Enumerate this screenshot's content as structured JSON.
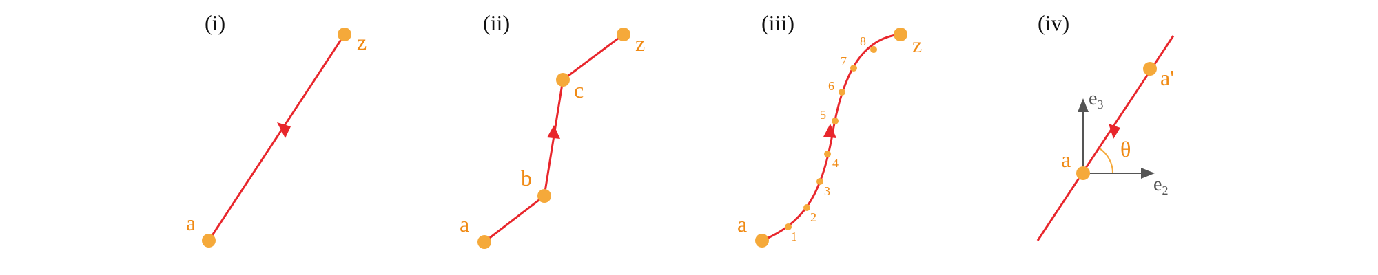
{
  "colors": {
    "path": "#e8262c",
    "point": "#f5a93a",
    "text": "#f08a14",
    "axis": "#555555",
    "panel_label": "#111111"
  },
  "panels": [
    {
      "label": "(i)",
      "points": {
        "a": "a",
        "z": "z"
      }
    },
    {
      "label": "(ii)",
      "points": {
        "a": "a",
        "b": "b",
        "c": "c",
        "z": "z"
      }
    },
    {
      "label": "(iii)",
      "points": {
        "a": "a",
        "z": "z"
      },
      "steps": [
        "1",
        "2",
        "3",
        "4",
        "5",
        "6",
        "7",
        "8"
      ]
    },
    {
      "label": "(iv)",
      "points": {
        "a": "a",
        "a_prime": "a'"
      },
      "axes": {
        "e2": "e",
        "e2_sub": "2",
        "e3": "e",
        "e3_sub": "3"
      },
      "angle": "θ"
    }
  ]
}
